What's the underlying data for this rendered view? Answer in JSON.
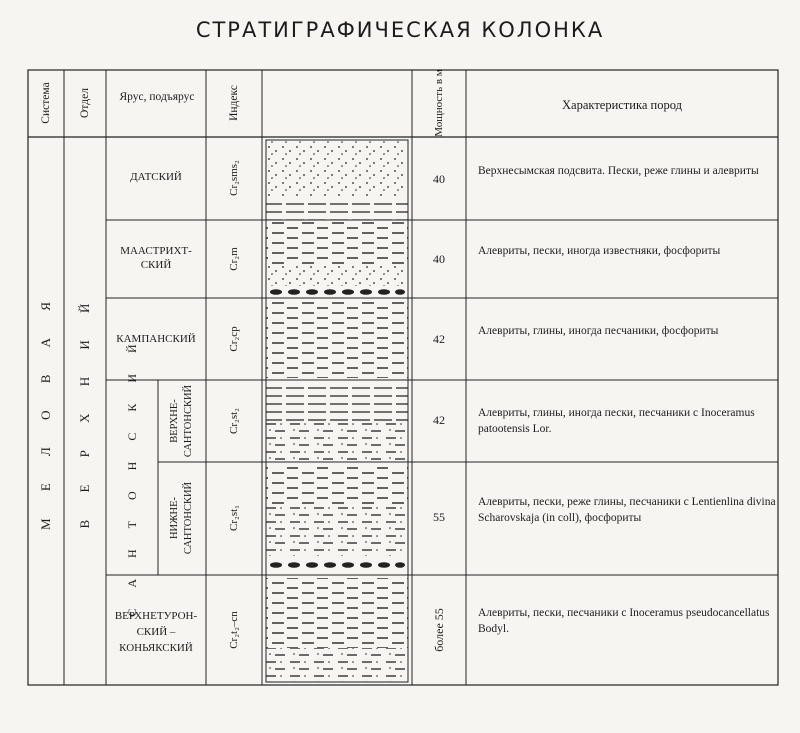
{
  "title": "СТРАТИГРАФИЧЕСКАЯ КОЛОНКА",
  "headers": {
    "system": "Система",
    "division": "Отдел",
    "stage": "Ярус, подъярус",
    "index": "Индекс",
    "thickness": "Мощность в м",
    "characteristics": "Характеристика пород"
  },
  "system": "М Е Л О В А Я",
  "division": "В Е Р Х Н И Й",
  "santonian": "С А Н Т О Н С К И Й",
  "rows": [
    {
      "stage": "ДАТСКИЙ",
      "index": "Cr₂sms₂",
      "thickness": "40",
      "description": "Верхнесымская подсвита. Пески, реже глины и алевриты"
    },
    {
      "stage": "МААСТРИХТ-СКИЙ",
      "index": "Cr₂m",
      "thickness": "40",
      "description": "Алевриты, пески, иногда известняки, фосфориты"
    },
    {
      "stage": "КАМПАНСКИЙ",
      "index": "Cr₂cp",
      "thickness": "42",
      "description": "Алевриты, глины, иногда песчаники, фосфориты"
    },
    {
      "stage": "ВЕРХНЕ-САНТОНСКИЙ",
      "index": "Cr₂st₂",
      "thickness": "42",
      "description": "Алевриты, глины, иногда пески, песчаники с Inoceramus patootensis Lor."
    },
    {
      "stage": "НИЖНЕ-САНТОНСКИЙ",
      "index": "Cr₂st₁",
      "thickness": "55",
      "description": "Алевриты, пески, реже глины, песчаники с Lentienlina divina Scharovskaja (in coll), фосфориты"
    },
    {
      "stage": "ВЕРХНЕТУРОН-СКИЙ – КОНЬЯКСКИЙ",
      "index": "Cr₂t₂–cn",
      "thickness": "более 55",
      "description": "Алевриты, пески, песчаники с Inoceramus pseudocancellatus Bodyl."
    }
  ]
}
